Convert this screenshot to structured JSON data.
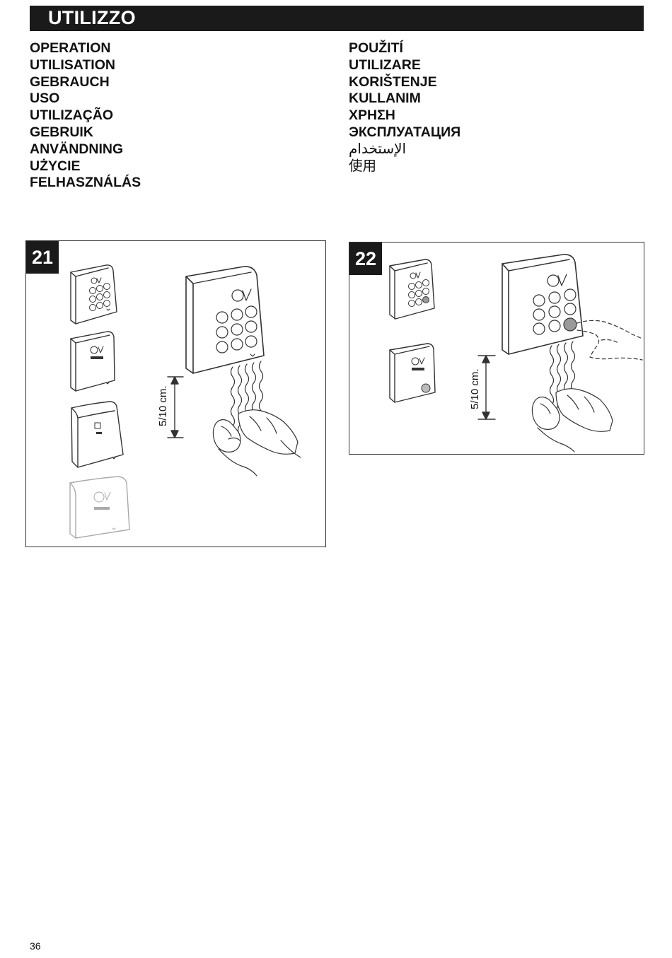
{
  "header": {
    "title": "UTILIZZO"
  },
  "languages": {
    "left": [
      "OPERATION",
      "UTILISATION",
      "GEBRAUCH",
      "USO",
      "UTILIZAÇÃO",
      "GEBRUIK",
      "ANVÄNDNING",
      "UŻYCIE",
      "FELHASZNÁLÁS"
    ],
    "right": [
      "POUŽITÍ",
      "UTILIZARE",
      "KORIŠTENJE",
      "KULLANIM",
      "ΧΡΗΣΗ",
      "ЭКСПЛУАТАЦИЯ",
      "الإستخدام",
      "使用"
    ]
  },
  "figures": {
    "fig21": {
      "number": "21",
      "distance": "5/10 cm."
    },
    "fig22": {
      "number": "22",
      "distance": "5/10 cm."
    }
  },
  "footer": {
    "page_number": "36"
  },
  "colors": {
    "header_bg": "#1a1a1a",
    "line": "#333333"
  }
}
